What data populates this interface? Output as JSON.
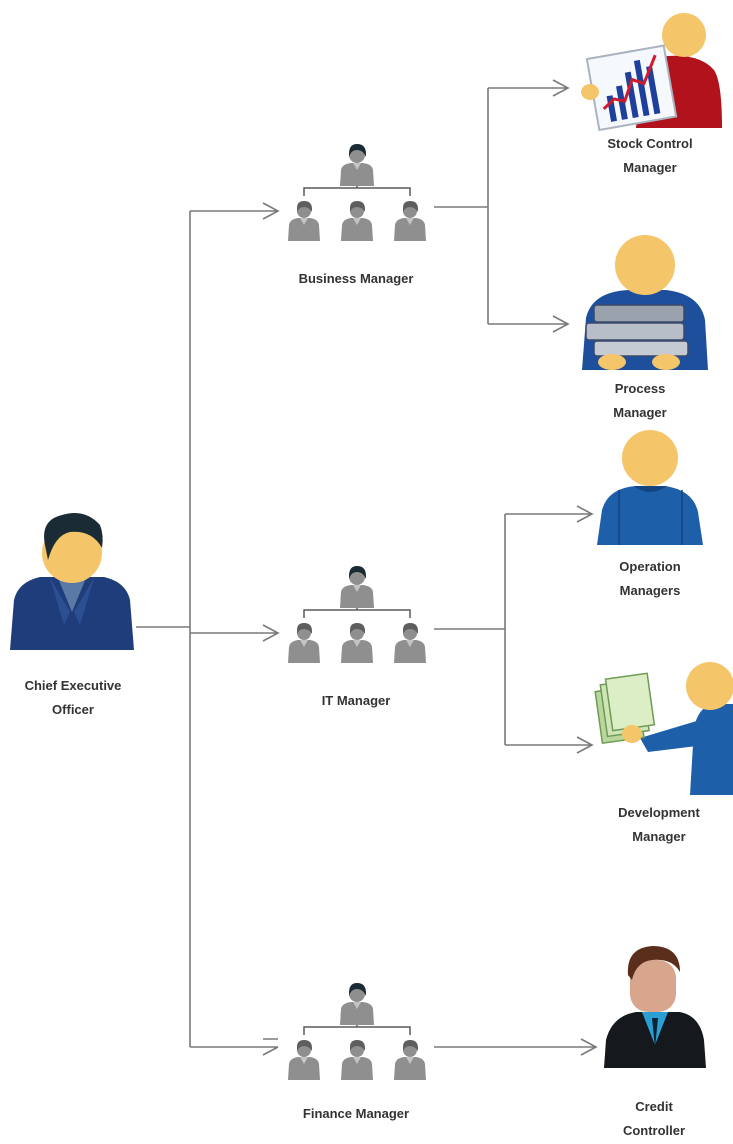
{
  "colors": {
    "connector": "#7a7a7a",
    "skin": "#f5c56a",
    "skin_shade": "#e3a94a",
    "navy_suit": "#1f3d7a",
    "blue_shirt": "#1e5faa",
    "red_shirt": "#b1121c",
    "group_icon": "#8c8c8c",
    "hair_dark": "#1b2b35"
  },
  "nodes": {
    "ceo": {
      "line1": "Chief Executive",
      "line2": "Officer",
      "icon": "executive-person-icon"
    },
    "business_manager": {
      "label": "Business Manager",
      "icon": "team-group-icon"
    },
    "it_manager": {
      "label": "IT Manager",
      "icon": "team-group-icon"
    },
    "finance_manager": {
      "label": "Finance Manager",
      "icon": "team-group-icon"
    },
    "stock_control_manager": {
      "line1": "Stock Control",
      "line2": "Manager",
      "icon": "person-with-chart-icon"
    },
    "process_manager": {
      "line1": "Process",
      "line2": "Manager",
      "icon": "person-with-books-icon"
    },
    "operation_managers": {
      "line1": "Operation",
      "line2": "Managers",
      "icon": "person-icon"
    },
    "development_manager": {
      "line1": "Development",
      "line2": "Manager",
      "icon": "person-with-money-icon"
    },
    "credit_controller": {
      "line1": "Credit",
      "line2": "Controller",
      "icon": "businessman-photo-icon"
    }
  }
}
